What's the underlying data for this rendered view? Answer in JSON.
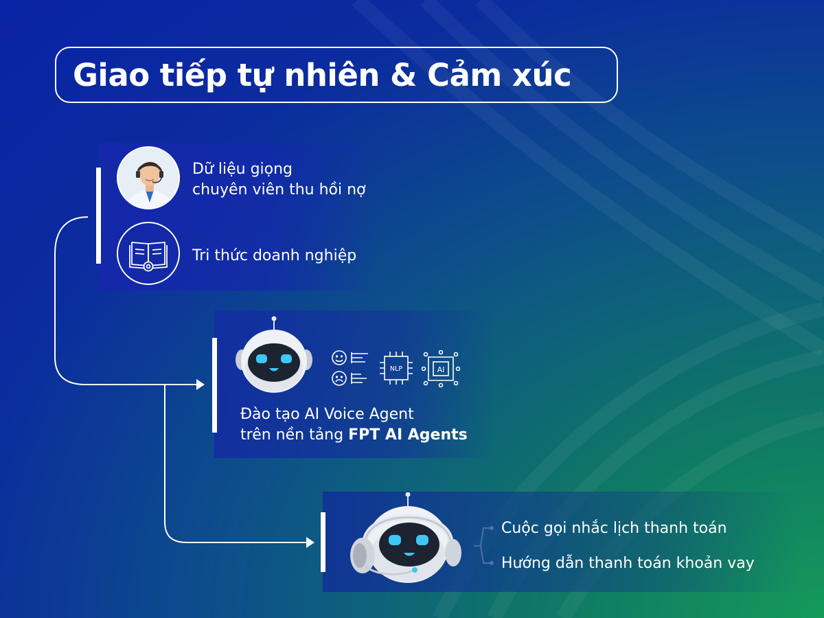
{
  "title": "Giao tiếp tự nhiên & Cảm xúc",
  "inputs": [
    {
      "line1": "Dữ liệu giọng",
      "line2": "chuyên viên thu hồi nợ",
      "icon": "call-center-agent-icon"
    },
    {
      "line1": "Tri thức doanh nghiệp",
      "icon": "book-gear-icon"
    }
  ],
  "training": {
    "line1": "Đào tạo AI Voice Agent",
    "line2_prefix": "trên nền tảng ",
    "line2_bold": "FPT AI Agents",
    "icons": [
      "robot-icon",
      "sentiment-icon",
      "nlp-chip-icon",
      "ai-chip-icon"
    ],
    "nlp_label": "NLP",
    "ai_label": "AI"
  },
  "outputs": {
    "icon": "robot-headset-icon",
    "items": [
      "Cuộc gọi nhắc lịch thanh toán",
      "Hướng dẫn thanh toán khoản vay"
    ]
  },
  "colors": {
    "bg_top": "#0a23a6",
    "bg_bottom": "#159a5a",
    "line": "#ffffff",
    "robot_eye": "#3ec6f5"
  }
}
